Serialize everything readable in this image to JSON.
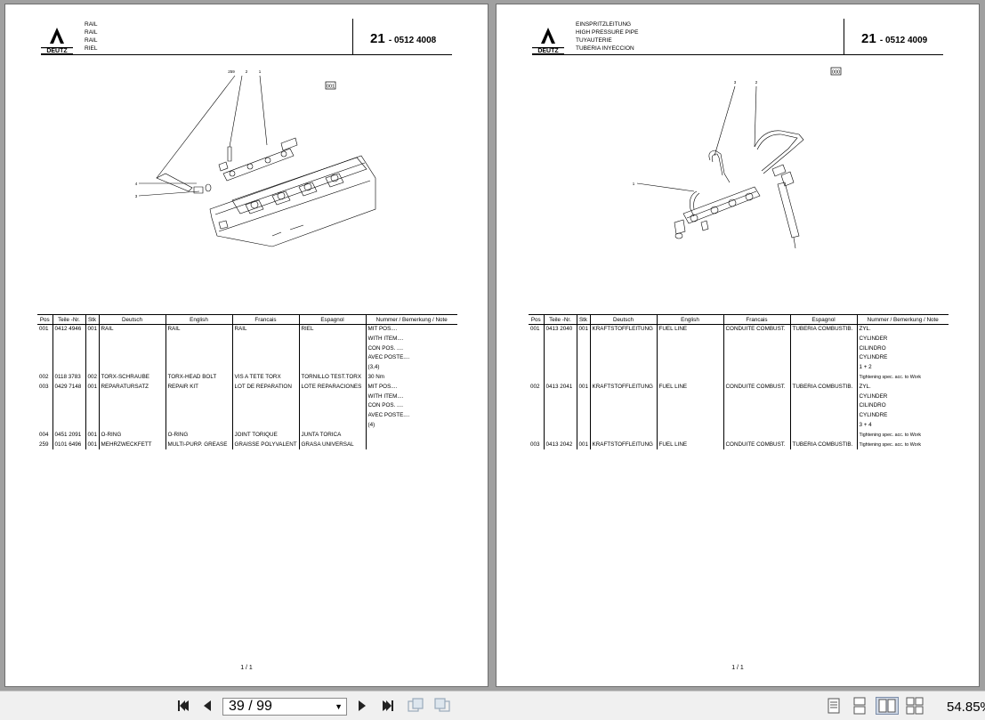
{
  "left_page": {
    "names": [
      "RAIL",
      "RAIL",
      "RAIL",
      "RIEL"
    ],
    "group": "21",
    "part_number": "- 0512 4008",
    "diagram_badge": "001",
    "callouts": [
      "259",
      "2",
      "1",
      "4",
      "3"
    ],
    "footer": "1 / 1",
    "table": {
      "headers": [
        "Pos",
        "Teile -Nr.",
        "Stk",
        "Deutsch",
        "English",
        "Francais",
        "Espagnol",
        "Nummer / Bemerkung / Note"
      ],
      "rows": [
        [
          "001",
          "0412 4946",
          "001",
          "RAIL",
          "RAIL",
          "RAIL",
          "RIEL",
          "MIT POS...."
        ],
        [
          "",
          "",
          "",
          "",
          "",
          "",
          "",
          "WITH ITEM...."
        ],
        [
          "",
          "",
          "",
          "",
          "",
          "",
          "",
          "CON POS. ...."
        ],
        [
          "",
          "",
          "",
          "",
          "",
          "",
          "",
          "AVEC POSTE...."
        ],
        [
          "",
          "",
          "",
          "",
          "",
          "",
          "",
          "(3,4)"
        ],
        [
          "002",
          "0118 3783",
          "002",
          "TORX-SCHRAUBE",
          "TORX-HEAD BOLT",
          "VIS A TETE TORX",
          "TORNILLO TEST.TORX",
          "30 Nm"
        ],
        [
          "003",
          "0429 7148",
          "001",
          "REPARATURSATZ",
          "REPAIR KIT",
          "LOT DE REPARATION",
          "LOTE REPARACIONES",
          "MIT POS...."
        ],
        [
          "",
          "",
          "",
          "",
          "",
          "",
          "",
          "WITH ITEM...."
        ],
        [
          "",
          "",
          "",
          "",
          "",
          "",
          "",
          "CON POS. ...."
        ],
        [
          "",
          "",
          "",
          "",
          "",
          "",
          "",
          "AVEC POSTE...."
        ],
        [
          "",
          "",
          "",
          "",
          "",
          "",
          "",
          "(4)"
        ],
        [
          "004",
          "0451 2091",
          "001",
          "O-RING",
          "O-RING",
          "JOINT TORIQUE",
          "JUNTA TORICA",
          ""
        ],
        [
          "259",
          "0101 6496",
          "001",
          "MEHRZWECKFETT",
          "MULTI-PURP. GREASE",
          "GRAISSE POLYVALENT",
          "GRASA UNIVERSAL",
          ""
        ]
      ]
    }
  },
  "right_page": {
    "names": [
      "EINSPRITZLEITUNG",
      "HIGH PRESSURE PIPE",
      "TUYAUTERIE",
      "TUBERIA INYECCION"
    ],
    "group": "21",
    "part_number": "- 0512 4009",
    "diagram_badge": "000",
    "callouts": [
      "3",
      "2",
      "1"
    ],
    "footer": "1 / 1",
    "table": {
      "headers": [
        "Pos",
        "Teile -Nr.",
        "Stk",
        "Deutsch",
        "English",
        "Francais",
        "Espagnol",
        "Nummer / Bemerkung / Note"
      ],
      "rows": [
        [
          "001",
          "0413 2040",
          "001",
          "KRAFTSTOFFLEITUNG",
          "FUEL LINE",
          "CONDUITE COMBUST.",
          "TUBERIA COMBUSTIB.",
          "ZYL."
        ],
        [
          "",
          "",
          "",
          "",
          "",
          "",
          "",
          "CYLINDER"
        ],
        [
          "",
          "",
          "",
          "",
          "",
          "",
          "",
          "CILINDRO"
        ],
        [
          "",
          "",
          "",
          "",
          "",
          "",
          "",
          "CYLINDRE"
        ],
        [
          "",
          "",
          "",
          "",
          "",
          "",
          "",
          "1 + 2"
        ],
        [
          "",
          "",
          "",
          "",
          "",
          "",
          "",
          "Tightening spec. acc. to Work"
        ],
        [
          "002",
          "0413 2041",
          "001",
          "KRAFTSTOFFLEITUNG",
          "FUEL LINE",
          "CONDUITE COMBUST.",
          "TUBERIA COMBUSTIB.",
          "ZYL."
        ],
        [
          "",
          "",
          "",
          "",
          "",
          "",
          "",
          "CYLINDER"
        ],
        [
          "",
          "",
          "",
          "",
          "",
          "",
          "",
          "CILINDRO"
        ],
        [
          "",
          "",
          "",
          "",
          "",
          "",
          "",
          "CYLINDRE"
        ],
        [
          "",
          "",
          "",
          "",
          "",
          "",
          "",
          "3 + 4"
        ],
        [
          "",
          "",
          "",
          "",
          "",
          "",
          "",
          "Tightening spec. acc. to Work"
        ],
        [
          "003",
          "0413 2042",
          "001",
          "KRAFTSTOFFLEITUNG",
          "FUEL LINE",
          "CONDUITE COMBUST.",
          "TUBERIA COMBUSTIB.",
          "Tightening spec. acc. to Work"
        ]
      ]
    }
  },
  "logo_text": "DEUTZ",
  "toolbar": {
    "page_indicator": "39 / 99",
    "zoom": "54.85%",
    "icons": [
      "first-page-icon",
      "previous-page-icon",
      "next-page-icon",
      "last-page-icon",
      "rotate-left-icon",
      "rotate-right-icon",
      "single-page-view-icon",
      "continuous-view-icon",
      "facing-pages-icon",
      "continuous-facing-icon"
    ]
  }
}
